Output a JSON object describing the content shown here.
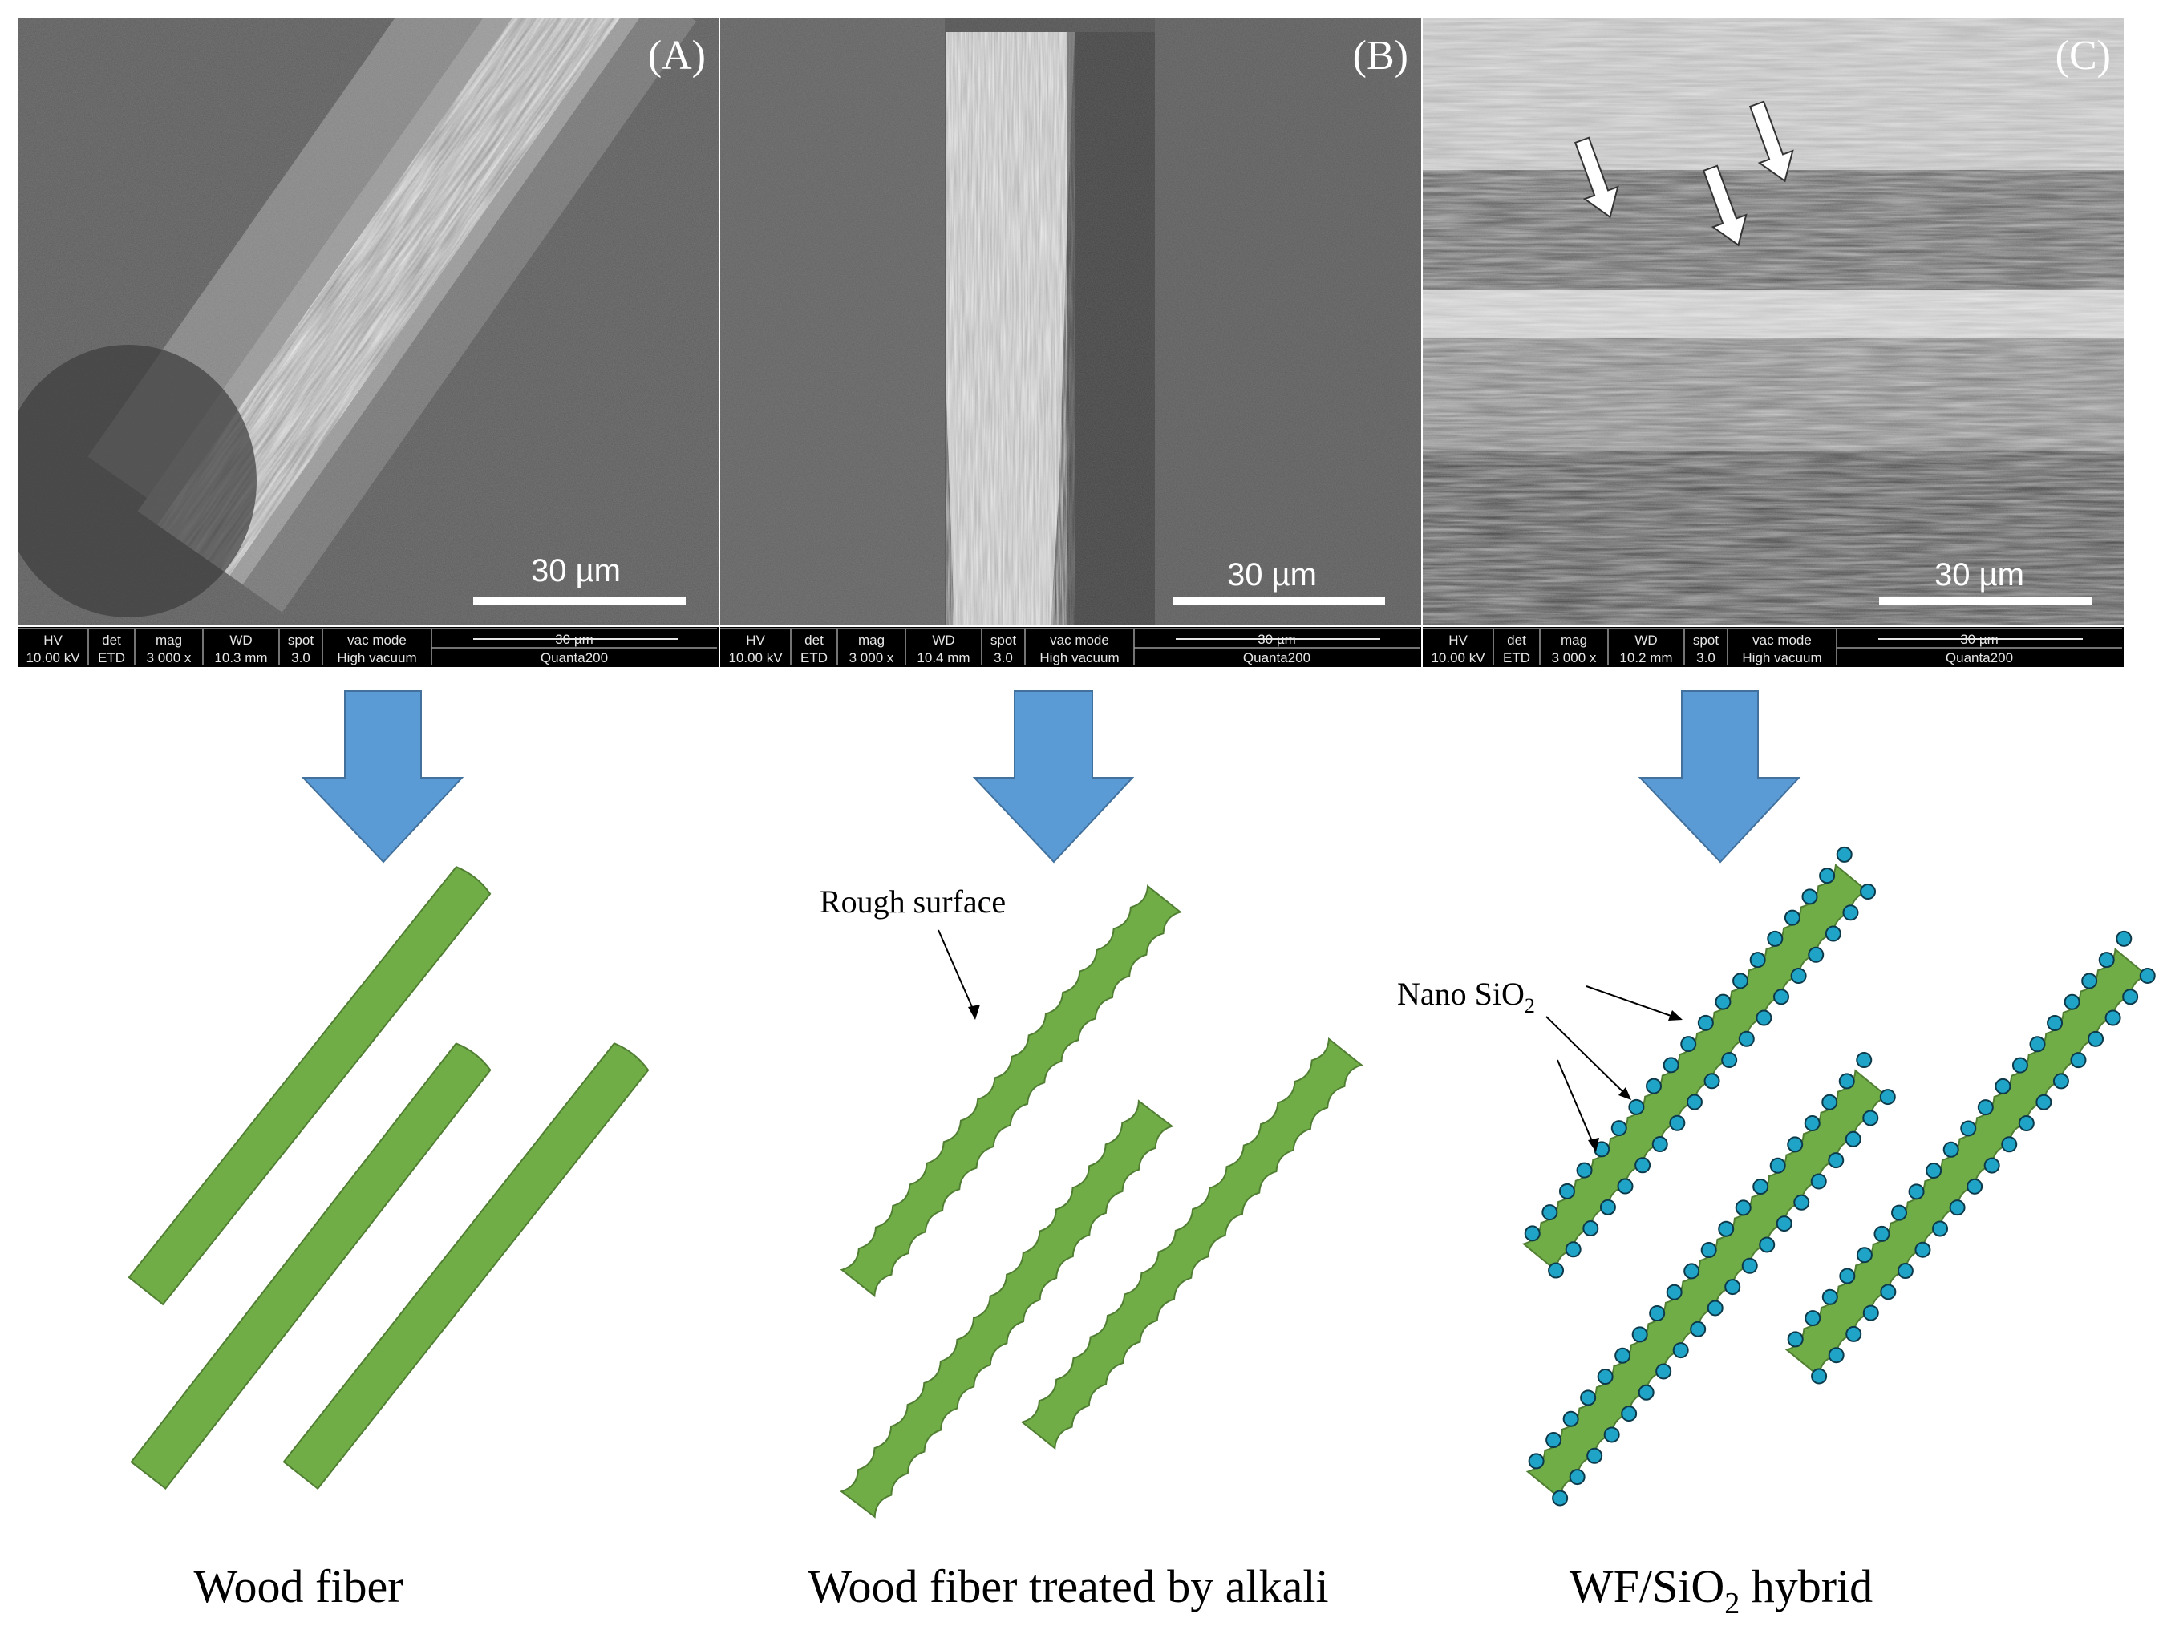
{
  "panels": [
    {
      "letter": "(A)",
      "scale_bar": "30 µm",
      "info": {
        "labels": [
          "HV",
          "det",
          "mag",
          "WD",
          "spot",
          "vac mode"
        ],
        "values": [
          "10.00 kV",
          "ETD",
          "3 000 x",
          "10.3 mm",
          "3.0",
          "High vacuum"
        ],
        "bar_label": "30 µm",
        "instrument": "Quanta200"
      },
      "caption": "Wood fiber"
    },
    {
      "letter": "(B)",
      "scale_bar": "30 µm",
      "info": {
        "labels": [
          "HV",
          "det",
          "mag",
          "WD",
          "spot",
          "vac mode"
        ],
        "values": [
          "10.00 kV",
          "ETD",
          "3 000 x",
          "10.4 mm",
          "3.0",
          "High vacuum"
        ],
        "bar_label": "30 µm",
        "instrument": "Quanta200"
      },
      "caption": "Wood fiber treated by alkali",
      "annotation": "Rough surface"
    },
    {
      "letter": "(C)",
      "scale_bar": "30 µm",
      "info": {
        "labels": [
          "HV",
          "det",
          "mag",
          "WD",
          "spot",
          "vac mode"
        ],
        "values": [
          "10.00 kV",
          "ETD",
          "3 000 x",
          "10.2 mm",
          "3.0",
          "High vacuum"
        ],
        "bar_label": "30 µm",
        "instrument": "Quanta200"
      },
      "caption_parts": [
        "WF/SiO",
        "2",
        " hybrid"
      ],
      "annotation_parts": [
        "Nano SiO",
        "2"
      ]
    }
  ],
  "colors": {
    "fiber_fill": "#70ad47",
    "fiber_stroke": "#507e32",
    "arrow_fill": "#5b9bd5",
    "nano_fill": "#1fa3c6",
    "nano_stroke": "#0d3a4a"
  }
}
